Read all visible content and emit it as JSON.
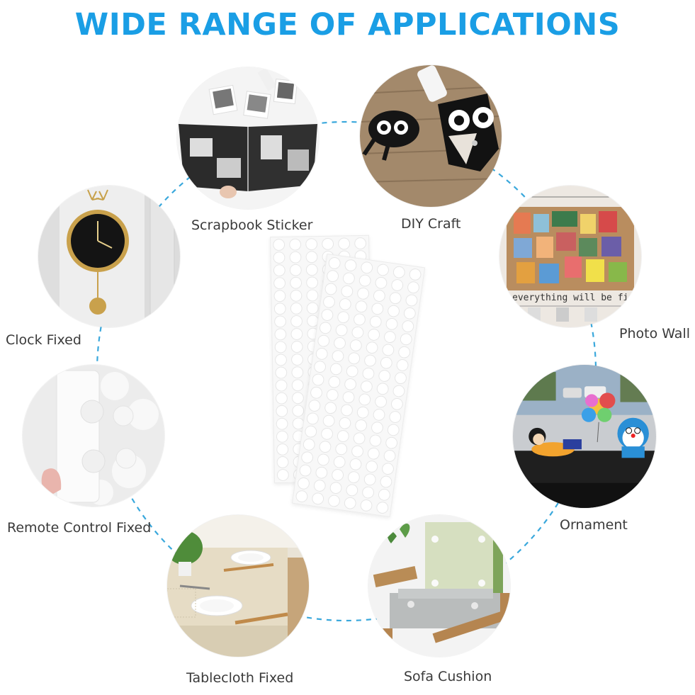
{
  "title": "WIDE RANGE OF APPLICATIONS",
  "colors": {
    "title": "#1a9ee5",
    "dash": "#3aa8dc",
    "label": "#3a3a3a"
  },
  "applications": [
    {
      "label": "Scrapbook Sticker",
      "icon": "scrapbook-photo"
    },
    {
      "label": "DIY Craft",
      "icon": "felt-owl-craft-photo"
    },
    {
      "label": "Photo Wall",
      "icon": "photo-wall-photo"
    },
    {
      "label": "Ornament",
      "icon": "dashboard-figurine-photo"
    },
    {
      "label": "Sofa Cushion",
      "icon": "sofa-cushion-photo"
    },
    {
      "label": "Tablecloth Fixed",
      "icon": "dining-table-photo"
    },
    {
      "label": "Remote Control Fixed",
      "icon": "remote-control-photo"
    },
    {
      "label": "Clock Fixed",
      "icon": "wall-clock-photo"
    }
  ],
  "product": {
    "icon": "adhesive-dot-sheets-photo"
  }
}
